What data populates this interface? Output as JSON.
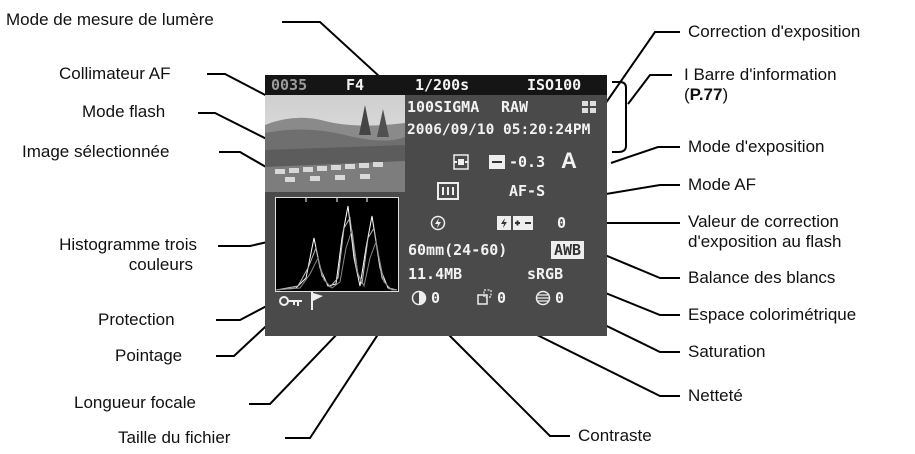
{
  "lcd": {
    "frame_number": "0035",
    "aperture": "F4",
    "shutter": "1/200s",
    "iso": "ISO100",
    "folder": "100SIGMA",
    "format": "RAW",
    "datetime": "2006/09/10 05:20:24PM",
    "exposure_comp": "-0.3",
    "exposure_mode": "A",
    "af_mode": "AF-S",
    "flash_comp": "0",
    "focal_length": "60mm(24-60)",
    "white_balance": "AWB",
    "file_size": "11.4MB",
    "color_space": "sRGB",
    "contrast": "0",
    "sharpness": "0",
    "saturation": "0"
  },
  "labels": {
    "metering": "Mode de mesure de lumère",
    "af_point": "Collimateur AF",
    "flash_mode": "Mode flash",
    "selected_image": "Image sélectionnée",
    "histogram_l1": "Histogramme trois",
    "histogram_l2": "couleurs",
    "protection": "Protection",
    "marking": "Pointage",
    "focal_length": "Longueur focale",
    "file_size": "Taille du fichier",
    "exposure_comp": "Correction d'exposition",
    "info_bar_l1": "I Barre d'information",
    "info_bar_ref_open": "(",
    "info_bar_ref": "P.77",
    "info_bar_ref_close": ")",
    "exposure_mode": "Mode d'exposition",
    "af_mode": "Mode AF",
    "flash_comp_l1": "Valeur de correction",
    "flash_comp_l2": "d'exposition au flash",
    "white_balance": "Balance des blancs",
    "color_space": "Espace colorimétrique",
    "saturation": "Saturation",
    "sharpness": "Netteté",
    "contrast": "Contraste"
  },
  "icons": [
    "metering-icon",
    "af-point-icon",
    "flash-mode-icon",
    "exposure-comp-icon",
    "flash-comp-icon",
    "white-balance-icon",
    "protection-key-icon",
    "marking-flag-icon",
    "contrast-icon",
    "sharpness-icon",
    "saturation-icon"
  ]
}
